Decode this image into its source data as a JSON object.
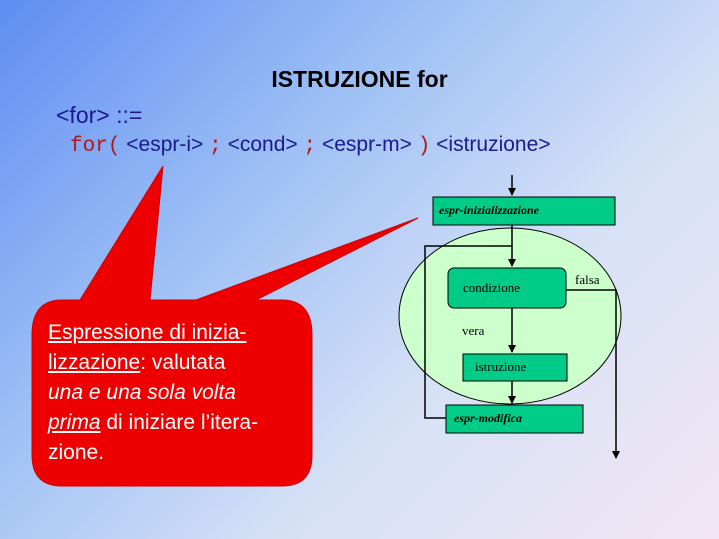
{
  "slide": {
    "title": "ISTRUZIONE for",
    "grammar_head": "<for> ::=",
    "grammar": {
      "kw_for": "for",
      "open_paren": "(",
      "espr_i": "<espr-i>",
      "sep1": ";",
      "cond": "<cond>",
      "sep2": ";",
      "espr_m": "<espr-m>",
      "close_paren": ")",
      "istr": "<istruzione>"
    }
  },
  "callout": {
    "line1a": "Espressione di inizia-",
    "line2a": "lizzazione",
    "line2b": ": valutata",
    "line3": "una e una sola volta",
    "line4a": "prima",
    "line4b": " di iniziare l’itera-",
    "line5a": "zione",
    "line5b": ".",
    "fill_color": "#ee0000"
  },
  "flowchart": {
    "init_box": "espr-inizializzazione",
    "cond_box": "condizione",
    "false_label": "falsa",
    "true_label": "vera",
    "body_box": "istruzione",
    "mod_box": "espr-modifica",
    "box_color": "#00cc88",
    "ellipse_color": "#ccffcc"
  }
}
